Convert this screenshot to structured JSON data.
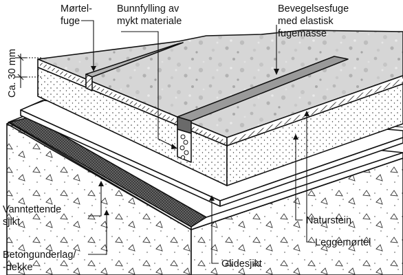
{
  "labels": {
    "mortelfuge": [
      "Mørtel-",
      "fuge"
    ],
    "bunnfylling": [
      "Bunnfylling av",
      "mykt materiale"
    ],
    "bevegelsesfuge": [
      "Bevegelsesfuge",
      "med elastisk",
      "fugemasse"
    ],
    "ca30": "Ca. 30 mm",
    "naturstein": "Naturstein",
    "leggemortel": "Leggemørtel",
    "glidesjikt": "Glidesjikt",
    "vanntettende": [
      "Vanntettende",
      "sjikt"
    ],
    "betong": [
      "Betongunderlag/",
      "-dekke"
    ]
  },
  "colors": {
    "line": "#111111",
    "stone_light": "#d4d4d4",
    "stone_dark": "#a9a9a9",
    "joint_grey": "#9a9a9a",
    "membrane_dark": "#5a5a5a"
  }
}
